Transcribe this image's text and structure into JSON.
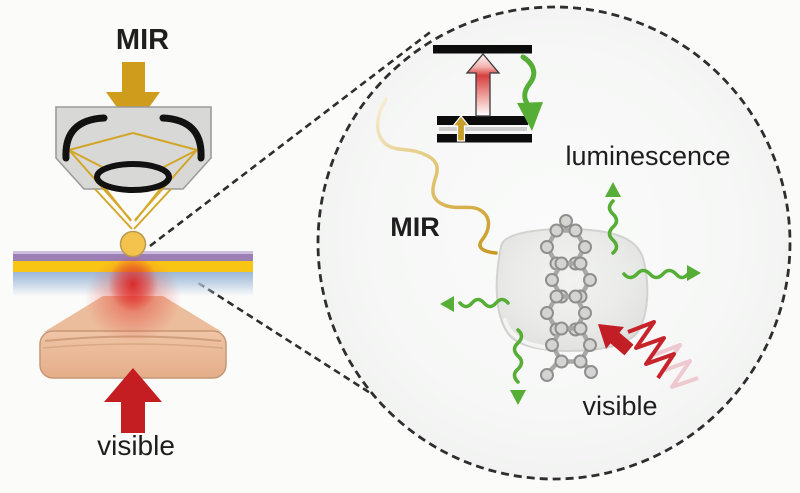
{
  "figure": {
    "description": "Schematic of MIR photothermal / vibrationally-assisted luminescence microscopy: a mid-infrared beam focused by a Schwarzschild objective and a visible beam from below meet at a sample; the zoom inset shows MIR excitation of a molecule, visible excitation, an energy level diagram and emitted luminescence.",
    "background_color": "#fbfbfa",
    "microscope_panel": {
      "mir_label": "MIR",
      "visible_label": "visible"
    },
    "zoom_inset": {
      "mir_label": "MIR",
      "luminescence_label": "luminescence",
      "visible_label": "visible"
    },
    "colors": {
      "mir_gold": "#cf9c1b",
      "mir_ray_gold": "#d2a41f",
      "droplet_gold": "#f3c34d",
      "visible_red": "#c41e22",
      "inset_red": "#c21e25",
      "red_wave_pale": "#eec9cf",
      "luminescence_green": "#57ae36",
      "sample_purple": "#9b7fb5",
      "sample_yellow": "#f9c515",
      "sample_blue": "#9db8d8",
      "tissue_skin": "#ecbd9d",
      "housing_gray": "#d8d8d7",
      "level_bar_black": "#0c0c0c",
      "dashed_line": "#2e2e2e",
      "inset_fill": "#f6f7f6"
    }
  }
}
